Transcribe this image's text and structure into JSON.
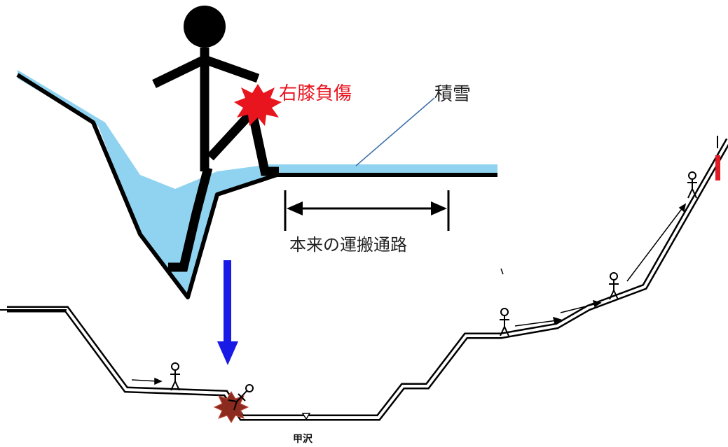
{
  "labels": {
    "injury": "右膝負傷",
    "snow": "積雪",
    "route": "本来の運搬通路",
    "stream": "甲沢"
  },
  "colors": {
    "snow_fill": "#8fd3f0",
    "injury_red": "#e8141e",
    "arrow_blue": "#1a1ae6",
    "leader_blue": "#3b6fa8",
    "line_black": "#000000",
    "burst_dark": "#8b2a1f",
    "marker_red": "#e01a22"
  },
  "icons": {
    "injury": "starburst-icon",
    "transition": "down-arrow-icon",
    "workers": "stick-figure-icon"
  }
}
